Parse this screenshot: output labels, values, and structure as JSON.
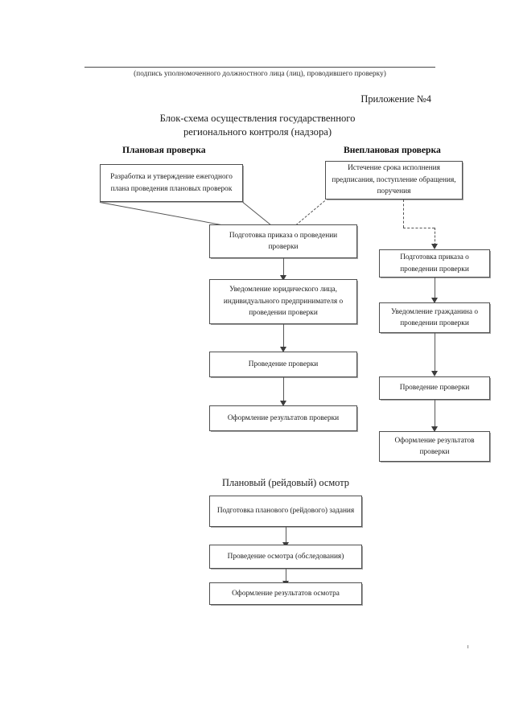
{
  "document": {
    "signature_caption": "(подпись уполномоченного должностного лица (лиц), проводившего проверку)",
    "appendix_label": "Приложение №4",
    "title_line_1": "Блок-схема осуществления государственного",
    "title_line_2": "регионального контроля (надзора)"
  },
  "columns": {
    "planned_heading": "Плановая проверка",
    "unplanned_heading": "Внеплановая проверка"
  },
  "section": {
    "raid_inspection_heading": "Плановый (рейдовый) осмотр"
  },
  "diagram": {
    "type": "flowchart",
    "boxes": {
      "planned_start": "Разработка и утверждение ежегодного плана проведения плановых проверок",
      "unplanned_start": "Истечение срока исполнения предписания, поступление обращения, поручения",
      "center_order": "Подготовка приказа о проведении проверки",
      "center_notice": "Уведомление юридического лица, индивидуального предпринимателя о проведении проверки",
      "center_conduct": "Проведение проверки",
      "center_results": "Оформление результатов проверки",
      "right_order": "Подготовка приказа о проведении проверки",
      "right_notice": "Уведомление гражданина о проведении проверки",
      "right_conduct": "Проведение проверки",
      "right_results": "Оформление результатов проверки",
      "raid_prepare": "Подготовка планового (рейдового) задания",
      "raid_conduct": "Проведение осмотра (обследования)",
      "raid_results": "Оформление результатов осмотра"
    },
    "connector_styles": {
      "planned_to_center": "solid",
      "unplanned_to_center": "dashed",
      "unplanned_to_right": "dashed",
      "center_chain": "solid-arrow",
      "right_chain": "solid-arrow",
      "raid_chain": "solid-arrow"
    }
  },
  "colors": {
    "ink": "#1b1b1b",
    "box_border": "#4f4f4f",
    "connector": "#565656",
    "paper": "#ffffff"
  }
}
